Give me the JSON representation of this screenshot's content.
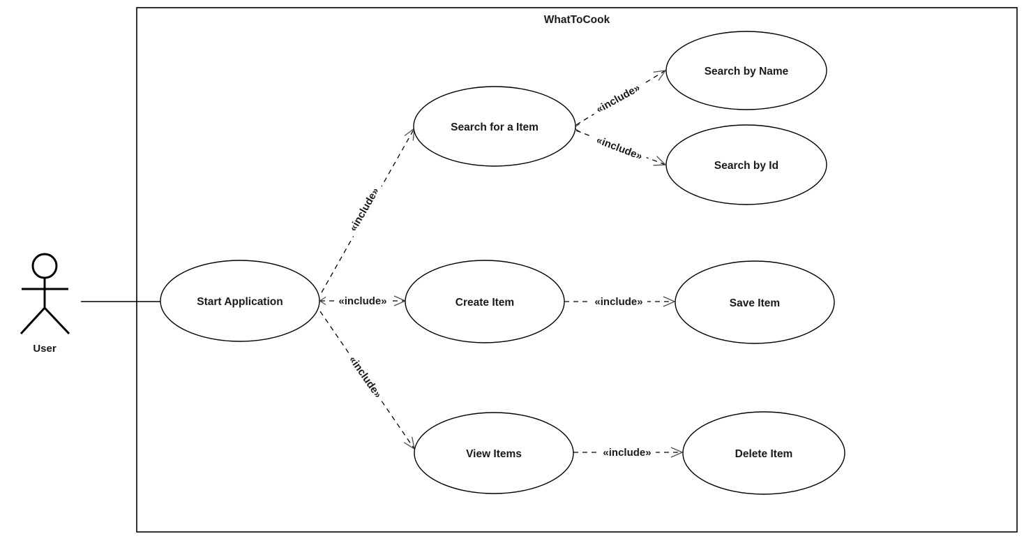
{
  "diagram": {
    "type": "uml-use-case",
    "system_title": "WhatToCook",
    "actor": {
      "label": "User"
    },
    "use_cases": {
      "start_application": "Start Application",
      "search_for_item": "Search for a Item",
      "search_by_name": "Search by Name",
      "search_by_id": "Search by Id",
      "create_item": "Create Item",
      "save_item": "Save Item",
      "view_items": "View Items",
      "delete_item": "Delete Item"
    },
    "connections": {
      "actor_links": [
        {
          "from": "User",
          "to": "Start Application",
          "style": "solid",
          "label": ""
        }
      ],
      "edges": [
        {
          "from": "Start Application",
          "to": "Search for a Item",
          "label": "«include»",
          "style": "dashed",
          "arrows": "end"
        },
        {
          "from": "Start Application",
          "to": "Create Item",
          "label": "«include»",
          "style": "dashed",
          "arrows": "both"
        },
        {
          "from": "Start Application",
          "to": "View Items",
          "label": "«include»",
          "style": "dashed",
          "arrows": "end"
        },
        {
          "from": "Search for a Item",
          "to": "Search by Name",
          "label": "«include»",
          "style": "dashed",
          "arrows": "both"
        },
        {
          "from": "Search for a Item",
          "to": "Search by Id",
          "label": "«include»",
          "style": "dashed",
          "arrows": "end"
        },
        {
          "from": "Create Item",
          "to": "Save Item",
          "label": "«include»",
          "style": "dashed",
          "arrows": "end"
        },
        {
          "from": "View Items",
          "to": "Delete Item",
          "label": "«include»",
          "style": "dashed",
          "arrows": "end"
        }
      ]
    },
    "colors": {
      "background": "#ffffff",
      "stroke": "#000000",
      "text": "#1a1a1a",
      "arrowhead": "#4d4d4d"
    }
  }
}
